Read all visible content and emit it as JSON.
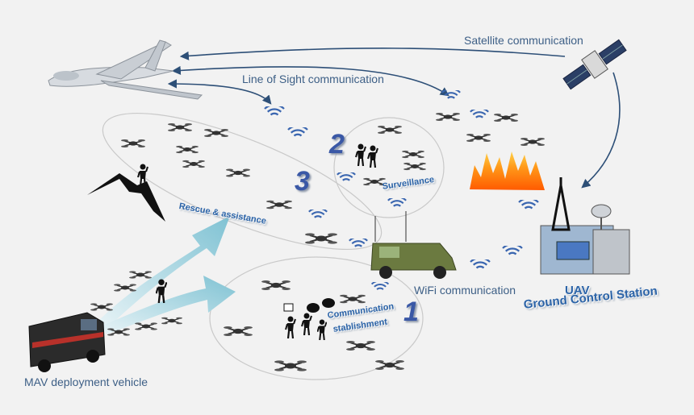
{
  "labels": {
    "satellite": "Satellite communication",
    "line_of_sight": "Line of Sight communication",
    "wifi": "WiFi communication",
    "ground_station_1": "UAV",
    "ground_station_2": "Ground Control Station",
    "deployment_vehicle": "MAV deployment vehicle",
    "surveillance": "Surveillance",
    "rescue": "Rescue & assistance",
    "communication_1": "Communication",
    "communication_2": "stablishment"
  },
  "zones": [
    {
      "number": "1"
    },
    {
      "number": "2"
    },
    {
      "number": "3"
    }
  ],
  "colors": {
    "background": "#f2f2f2",
    "text_blue": "#3d5f86",
    "title_blue": "#2c64a8",
    "link_line": "#2d4f77",
    "arrow_teal": "#8fcbd6",
    "wifi_blue": "#3a66b0",
    "fire": "#ff7a1a",
    "drone": "#333333",
    "military": "#6b7a40"
  },
  "icons": [
    "satellite-icon",
    "uav-plane-icon",
    "drone-icon",
    "wifi-signal-icon",
    "fire-icon",
    "antenna-tower-icon",
    "server-rack-icon",
    "military-vehicle-icon",
    "van-icon",
    "mountain-icon",
    "person-icon"
  ]
}
